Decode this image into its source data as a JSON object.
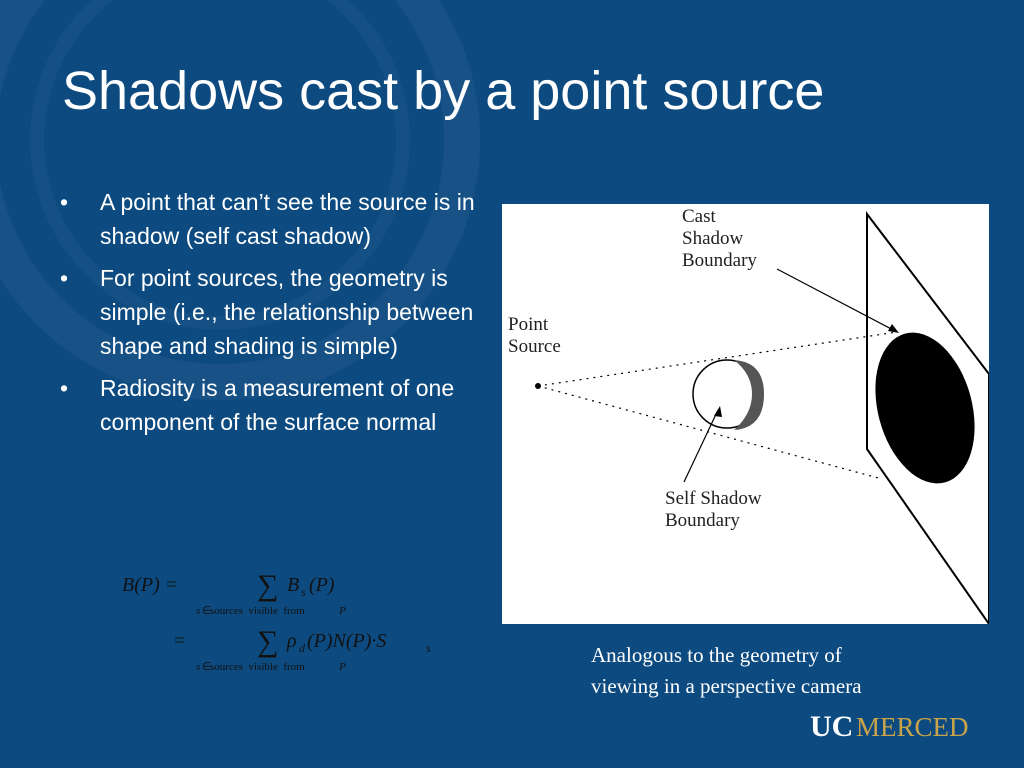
{
  "slide": {
    "title": "Shadows cast by a point source",
    "bullet_glyph": "•",
    "bullets": [
      "A point that can’t see the source is in shadow (self cast shadow)",
      "For point sources, the geometry is simple (i.e., the relationship between shape and shading is simple)",
      "Radiosity is a measurement of one component of the surface normal"
    ]
  },
  "equation": {
    "lhs": "B(P) =",
    "eq_sign": "=",
    "sum_symbol": "∑",
    "line1_term": "B",
    "line1_sub": "s",
    "line1_arg": "(P)",
    "line2_rho": "ρ",
    "line2_rho_sub": "d",
    "line2_term": "(P)N(P)·S",
    "line2_sub": "s",
    "under_s": "s",
    "under_elem": "∈",
    "under_text": "sources  visible  from",
    "under_p": "P"
  },
  "figure": {
    "label_cast_1": "Cast",
    "label_cast_2": "Shadow",
    "label_cast_3": "Boundary",
    "label_point_1": "Point",
    "label_point_2": "Source",
    "label_self_1": "Self Shadow",
    "label_self_2": "Boundary"
  },
  "caption": {
    "line1": "Analogous to the geometry of",
    "line2": "viewing in a perspective camera"
  },
  "logo": {
    "uc": "UC",
    "merced": "MERCED",
    "uc_color": "#ffffff",
    "merced_color": "#c9a34a"
  }
}
